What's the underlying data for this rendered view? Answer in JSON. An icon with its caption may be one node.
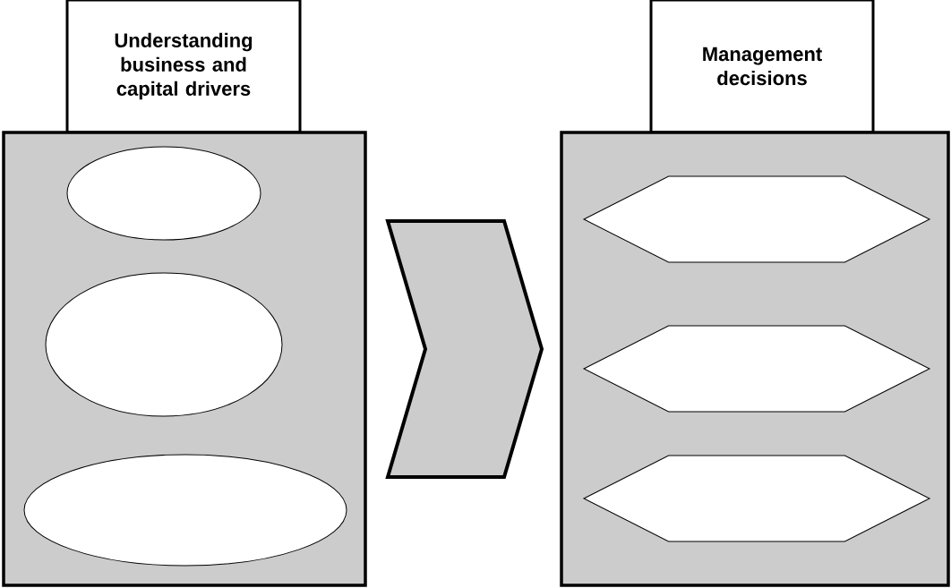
{
  "diagram": {
    "nodes": [
      {
        "text": [
          "Understanding business and capital drivers"
        ]
      },
      {
        "text": [],
        "shape": "box"
      },
      {
        "text": [],
        "shape": "ellipse",
        "in": 1
      },
      {
        "text": [],
        "shape": "ellipse",
        "in": 1
      },
      {
        "text": [],
        "shape": "ellipse",
        "in": 1
      },
      {
        "text": [
          "Management decisions"
        ]
      },
      {
        "text": [],
        "shape": "box"
      },
      {
        "text": [],
        "shape": "hexagon",
        "in": 6
      },
      {
        "text": [],
        "shape": "hexagon",
        "in": 6
      },
      {
        "text": [],
        "shape": "hexagon",
        "in": 6
      }
    ],
    "edges": [
      {
        "from": 1,
        "to": 6,
        "arrow": "to"
      }
    ]
  }
}
